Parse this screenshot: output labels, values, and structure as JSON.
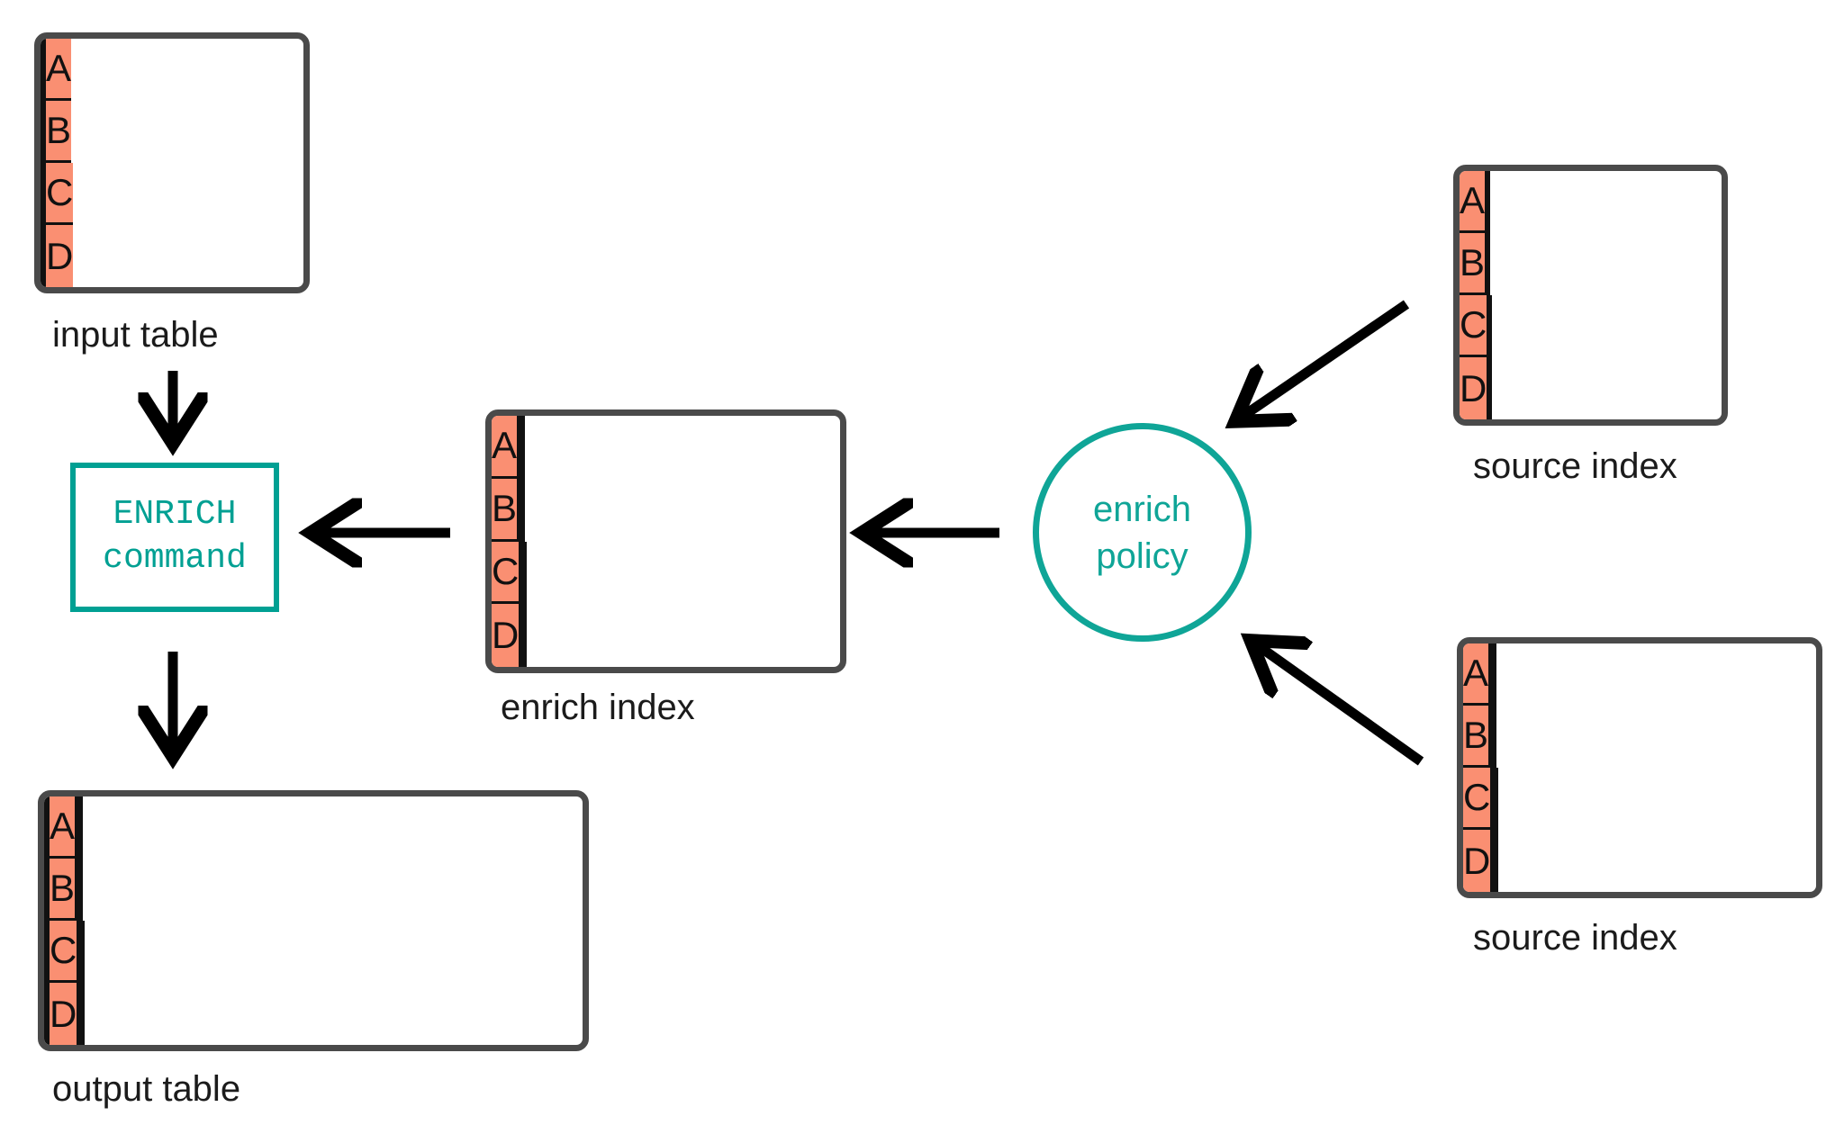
{
  "diagram": {
    "title": "ENRICH command data flow",
    "keys": [
      "A",
      "B",
      "C",
      "D"
    ],
    "colors": {
      "salmon": "#FA8F72",
      "pink": "#F887C6",
      "blue": "#1FA7F2",
      "yellow": "#FDD835",
      "white": "#FFFFFF",
      "table_border": "#4A4A4A",
      "cell_border": "#111111",
      "teal": "#00A093",
      "arrow": "#000000"
    }
  },
  "input_table": {
    "caption": "input table",
    "columns": [
      "white",
      "white",
      "salmon"
    ],
    "rows": [
      {
        "cells": [
          {
            "fill": "white",
            "text": ""
          },
          {
            "fill": "white",
            "text": ""
          },
          {
            "fill": "salmon",
            "text": "A"
          }
        ]
      },
      {
        "cells": [
          {
            "fill": "white",
            "text": ""
          },
          {
            "fill": "white",
            "text": ""
          },
          {
            "fill": "salmon",
            "text": "B"
          }
        ]
      },
      {
        "cells": [
          {
            "fill": "white",
            "text": ""
          },
          {
            "fill": "white",
            "text": ""
          },
          {
            "fill": "salmon",
            "text": "C"
          }
        ]
      },
      {
        "cells": [
          {
            "fill": "white",
            "text": ""
          },
          {
            "fill": "white",
            "text": ""
          },
          {
            "fill": "salmon",
            "text": "D"
          }
        ]
      }
    ]
  },
  "enrich_command": {
    "line1": "ENRICH",
    "line2": "command"
  },
  "enrich_index": {
    "caption": "enrich index",
    "columns": [
      "salmon",
      "pink",
      "blue",
      "yellow"
    ],
    "rows": [
      {
        "cells": [
          {
            "fill": "salmon",
            "text": "A"
          },
          {
            "fill": "pink",
            "text": ""
          },
          {
            "fill": "blue",
            "text": ""
          },
          {
            "fill": "yellow",
            "text": ""
          }
        ]
      },
      {
        "cells": [
          {
            "fill": "salmon",
            "text": "B"
          },
          {
            "fill": "pink",
            "text": ""
          },
          {
            "fill": "blue",
            "text": ""
          },
          {
            "fill": "yellow",
            "text": ""
          }
        ]
      },
      {
        "cells": [
          {
            "fill": "salmon",
            "text": "C"
          },
          {
            "fill": "pink",
            "text": ""
          },
          {
            "fill": "blue",
            "text": ""
          },
          {
            "fill": "yellow",
            "text": ""
          }
        ]
      },
      {
        "cells": [
          {
            "fill": "salmon",
            "text": "D"
          },
          {
            "fill": "pink",
            "text": ""
          },
          {
            "fill": "blue",
            "text": ""
          },
          {
            "fill": "yellow",
            "text": ""
          }
        ]
      }
    ]
  },
  "enrich_policy": {
    "line1": "enrich",
    "line2": "policy"
  },
  "source_index_top": {
    "caption": "source index",
    "columns": [
      "salmon",
      "pink",
      "white"
    ],
    "rows": [
      {
        "cells": [
          {
            "fill": "salmon",
            "text": "A"
          },
          {
            "fill": "pink",
            "text": ""
          },
          {
            "fill": "white",
            "text": ""
          }
        ]
      },
      {
        "cells": [
          {
            "fill": "salmon",
            "text": "B"
          },
          {
            "fill": "pink",
            "text": ""
          },
          {
            "fill": "white",
            "text": ""
          }
        ]
      },
      {
        "cells": [
          {
            "fill": "salmon",
            "text": "C"
          },
          {
            "fill": "pink",
            "text": ""
          },
          {
            "fill": "white",
            "text": ""
          }
        ]
      },
      {
        "cells": [
          {
            "fill": "salmon",
            "text": "D"
          },
          {
            "fill": "pink",
            "text": ""
          },
          {
            "fill": "white",
            "text": ""
          }
        ]
      }
    ]
  },
  "source_index_bottom": {
    "caption": "source index",
    "columns": [
      "salmon",
      "blue",
      "yellow",
      "white"
    ],
    "rows": [
      {
        "cells": [
          {
            "fill": "salmon",
            "text": "A"
          },
          {
            "fill": "blue",
            "text": ""
          },
          {
            "fill": "yellow",
            "text": ""
          },
          {
            "fill": "white",
            "text": ""
          }
        ]
      },
      {
        "cells": [
          {
            "fill": "salmon",
            "text": "B"
          },
          {
            "fill": "blue",
            "text": ""
          },
          {
            "fill": "yellow",
            "text": ""
          },
          {
            "fill": "white",
            "text": ""
          }
        ]
      },
      {
        "cells": [
          {
            "fill": "salmon",
            "text": "C"
          },
          {
            "fill": "blue",
            "text": ""
          },
          {
            "fill": "yellow",
            "text": ""
          },
          {
            "fill": "white",
            "text": ""
          }
        ]
      },
      {
        "cells": [
          {
            "fill": "salmon",
            "text": "D"
          },
          {
            "fill": "blue",
            "text": ""
          },
          {
            "fill": "yellow",
            "text": ""
          },
          {
            "fill": "white",
            "text": ""
          }
        ]
      }
    ]
  },
  "output_table": {
    "caption": "output table",
    "columns": [
      "white",
      "white",
      "salmon",
      "pink",
      "blue",
      "yellow"
    ],
    "rows": [
      {
        "cells": [
          {
            "fill": "white",
            "text": ""
          },
          {
            "fill": "white",
            "text": ""
          },
          {
            "fill": "salmon",
            "text": "A"
          },
          {
            "fill": "pink",
            "text": ""
          },
          {
            "fill": "blue",
            "text": ""
          },
          {
            "fill": "yellow",
            "text": ""
          }
        ]
      },
      {
        "cells": [
          {
            "fill": "white",
            "text": ""
          },
          {
            "fill": "white",
            "text": ""
          },
          {
            "fill": "salmon",
            "text": "B"
          },
          {
            "fill": "pink",
            "text": ""
          },
          {
            "fill": "blue",
            "text": ""
          },
          {
            "fill": "yellow",
            "text": ""
          }
        ]
      },
      {
        "cells": [
          {
            "fill": "white",
            "text": ""
          },
          {
            "fill": "white",
            "text": ""
          },
          {
            "fill": "salmon",
            "text": "C"
          },
          {
            "fill": "pink",
            "text": ""
          },
          {
            "fill": "blue",
            "text": ""
          },
          {
            "fill": "yellow",
            "text": ""
          }
        ]
      },
      {
        "cells": [
          {
            "fill": "white",
            "text": ""
          },
          {
            "fill": "white",
            "text": ""
          },
          {
            "fill": "salmon",
            "text": "D"
          },
          {
            "fill": "pink",
            "text": ""
          },
          {
            "fill": "blue",
            "text": ""
          },
          {
            "fill": "yellow",
            "text": ""
          }
        ]
      }
    ]
  },
  "arrows": [
    {
      "name": "input-to-command",
      "direction": "down"
    },
    {
      "name": "command-to-output",
      "direction": "down"
    },
    {
      "name": "enrich-index-to-command",
      "direction": "left"
    },
    {
      "name": "policy-to-enrich-index",
      "direction": "left"
    },
    {
      "name": "source-index-top-to-policy",
      "direction": "down-left"
    },
    {
      "name": "source-index-bottom-to-policy",
      "direction": "up-left"
    }
  ]
}
